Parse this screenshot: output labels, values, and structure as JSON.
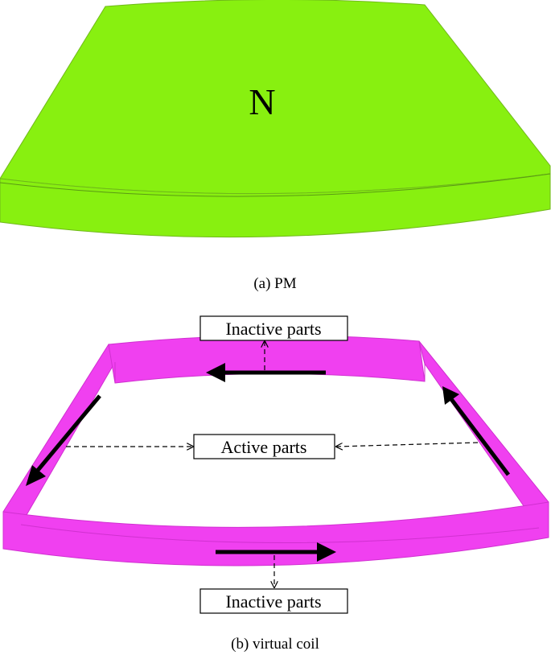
{
  "pm": {
    "pole_label": "N",
    "caption": "(a) PM",
    "color": "#88f010"
  },
  "coil": {
    "caption": "(b) virtual coil",
    "color": "#f040f0",
    "labels": {
      "inactive_top": "Inactive parts",
      "active": "Active parts",
      "inactive_bottom": "Inactive parts"
    }
  }
}
